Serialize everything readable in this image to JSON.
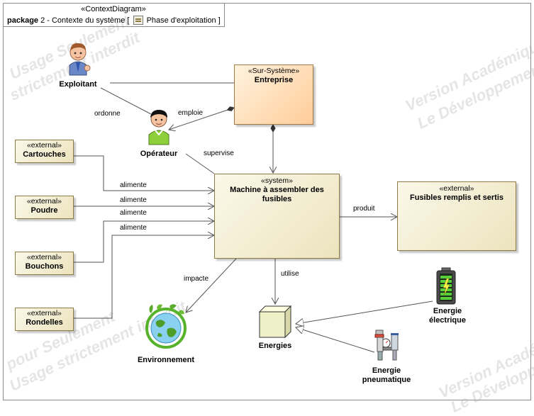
{
  "header": {
    "stereotype": "«ContextDiagram»",
    "keyword": "package",
    "title": "2 - Contexte du système [",
    "phase": "Phase d'exploitation ]"
  },
  "watermarks": {
    "line1": "Version Académique",
    "line2": "Le Développement",
    "line3": "Usage Seulement",
    "line4": "strictement interdit",
    "line5": "pour Seulement",
    "line6": "Usage strictement interdit",
    "line7": "Version Académ",
    "line8": "Le Développem"
  },
  "actors": {
    "exploitant": "Exploitant",
    "operateur": "Opérateur"
  },
  "blocks": {
    "entreprise": {
      "stereotype": "«Sur-Système»",
      "name": "Entreprise"
    },
    "machine": {
      "stereotype": "«system»",
      "name": "Machine à assembler des fusibles"
    },
    "fusibles": {
      "stereotype": "«external»",
      "name": "Fusibles remplis et sertis"
    },
    "cartouches": {
      "stereotype": "«external»",
      "name": "Cartouches"
    },
    "poudre": {
      "stereotype": "«external»",
      "name": "Poudre"
    },
    "bouchons": {
      "stereotype": "«external»",
      "name": "Bouchons"
    },
    "rondelles": {
      "stereotype": "«external»",
      "name": "Rondelles"
    }
  },
  "nodes": {
    "environnement": "Environnement",
    "energies": "Energies",
    "energie_electrique": "Energie électrique",
    "energie_pneumatique": "Energie pneumatique"
  },
  "labels": {
    "ordonne": "ordonne",
    "emploie": "emploie",
    "supervise": "supervise",
    "alimente": "alimente",
    "produit": "produit",
    "impacte": "impacte",
    "utilise": "utilise"
  },
  "colors": {
    "block_fill": "#f3eccb",
    "block_border": "#8b7b45",
    "surSysteme_fill": "#ffd9a8",
    "line": "#555555"
  }
}
